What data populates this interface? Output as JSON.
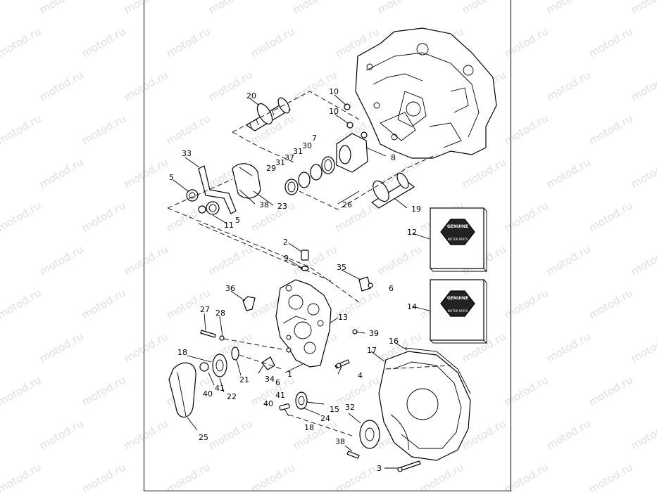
{
  "watermark": {
    "text": "motod.ru",
    "color": "#000000"
  },
  "diagram": {
    "callouts": [
      {
        "id": "c20",
        "label": "20"
      },
      {
        "id": "c10a",
        "label": "10"
      },
      {
        "id": "c10b",
        "label": "10"
      },
      {
        "id": "c7",
        "label": "7"
      },
      {
        "id": "c30",
        "label": "30"
      },
      {
        "id": "c31a",
        "label": "31"
      },
      {
        "id": "c37",
        "label": "37"
      },
      {
        "id": "c31b",
        "label": "31"
      },
      {
        "id": "c29",
        "label": "29"
      },
      {
        "id": "c8",
        "label": "8"
      },
      {
        "id": "c33",
        "label": "33"
      },
      {
        "id": "c5a",
        "label": "5"
      },
      {
        "id": "c38a",
        "label": "38"
      },
      {
        "id": "c23",
        "label": "23"
      },
      {
        "id": "c26",
        "label": "26"
      },
      {
        "id": "c19",
        "label": "19"
      },
      {
        "id": "c11",
        "label": "11"
      },
      {
        "id": "c5b",
        "label": "5"
      },
      {
        "id": "c12",
        "label": "12"
      },
      {
        "id": "c2",
        "label": "2"
      },
      {
        "id": "c9",
        "label": "9"
      },
      {
        "id": "c35",
        "label": "35"
      },
      {
        "id": "c6a",
        "label": "6"
      },
      {
        "id": "c36",
        "label": "36"
      },
      {
        "id": "c14",
        "label": "14"
      },
      {
        "id": "c27",
        "label": "27"
      },
      {
        "id": "c28",
        "label": "28"
      },
      {
        "id": "c13",
        "label": "13"
      },
      {
        "id": "c39",
        "label": "39"
      },
      {
        "id": "c16",
        "label": "16"
      },
      {
        "id": "c17",
        "label": "17"
      },
      {
        "id": "c18a",
        "label": "18"
      },
      {
        "id": "c1",
        "label": "1"
      },
      {
        "id": "c4",
        "label": "4"
      },
      {
        "id": "c34",
        "label": "34"
      },
      {
        "id": "c6b",
        "label": "6"
      },
      {
        "id": "c21",
        "label": "21"
      },
      {
        "id": "c41a",
        "label": "41"
      },
      {
        "id": "c40a",
        "label": "40"
      },
      {
        "id": "c22",
        "label": "22"
      },
      {
        "id": "c41b",
        "label": "41"
      },
      {
        "id": "c40b",
        "label": "40"
      },
      {
        "id": "c15",
        "label": "15"
      },
      {
        "id": "c24",
        "label": "24"
      },
      {
        "id": "c18b",
        "label": "18"
      },
      {
        "id": "c32",
        "label": "32"
      },
      {
        "id": "c25",
        "label": "25"
      },
      {
        "id": "c38b",
        "label": "38"
      },
      {
        "id": "c3",
        "label": "3"
      }
    ],
    "kit_badge": {
      "line1": "GENUINE",
      "line2": "MOTOR PARTS"
    }
  }
}
